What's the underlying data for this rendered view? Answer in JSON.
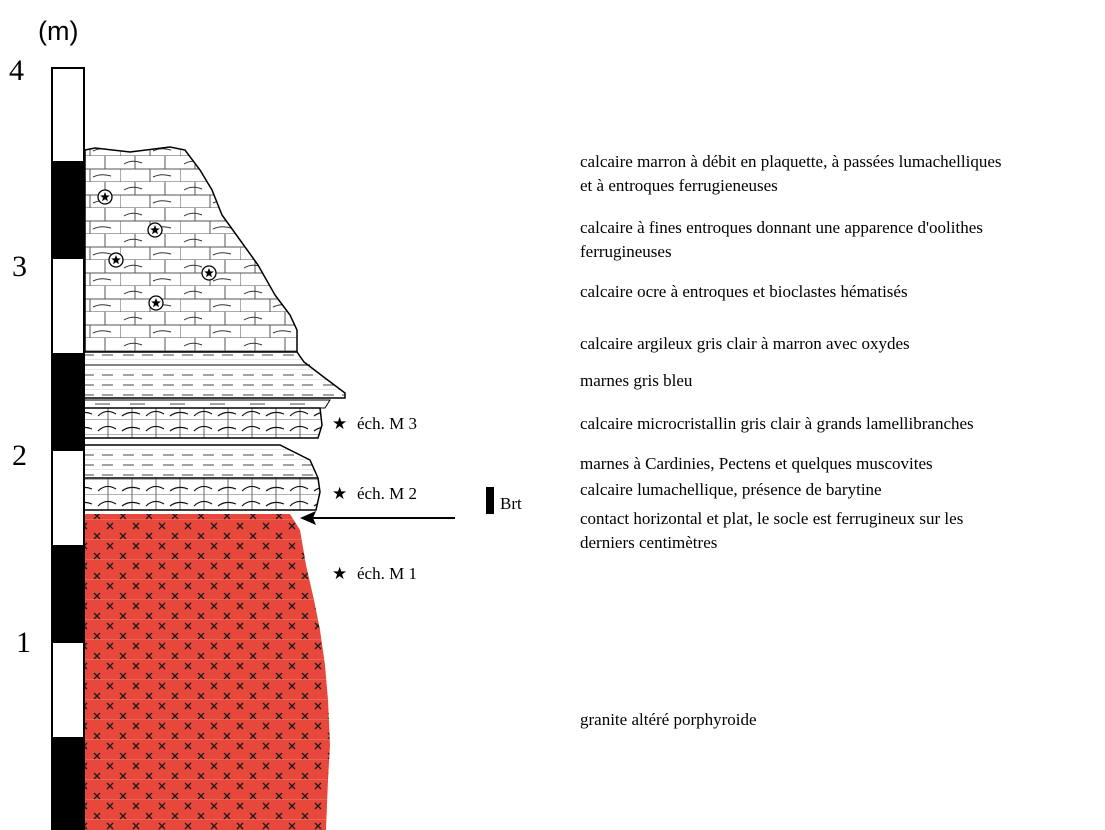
{
  "scale": {
    "unit": "(m)",
    "ticks": [
      "1",
      "2",
      "3",
      "4"
    ]
  },
  "descriptions": [
    "calcaire marron à débit en plaquette, à passées lumachelliques",
    "et à entroques ferrugieneuses",
    "calcaire à fines entroques donnant une apparence d'oolithes",
    "ferrugineuses",
    "calcaire ocre à entroques et bioclastes hématisés",
    "calcaire argileux gris clair à marron avec oxydes",
    "marnes gris bleu",
    "calcaire microcristallin gris clair à grands lamellibranches",
    "marnes à Cardinies, Pectens et quelques muscovites",
    "calcaire lumachellique, présence de barytine",
    "contact horizontal et plat, le socle est ferrugineux sur les",
    "derniers centimètres",
    "granite altéré porphyroide"
  ],
  "samples": [
    {
      "symbol": "★",
      "label": "éch. M 3"
    },
    {
      "symbol": "★",
      "label": "éch. M 2"
    },
    {
      "symbol": "★",
      "label": "éch. M 1"
    }
  ],
  "marker": {
    "label": "Brt"
  },
  "colors": {
    "granite": "#e8473b",
    "ink": "#000000",
    "background": "#ffffff"
  },
  "icons": {
    "entroque": "star-circle-icon",
    "sample": "star-icon",
    "contact": "arrow-left-icon",
    "barytine": "black-bar-icon"
  }
}
